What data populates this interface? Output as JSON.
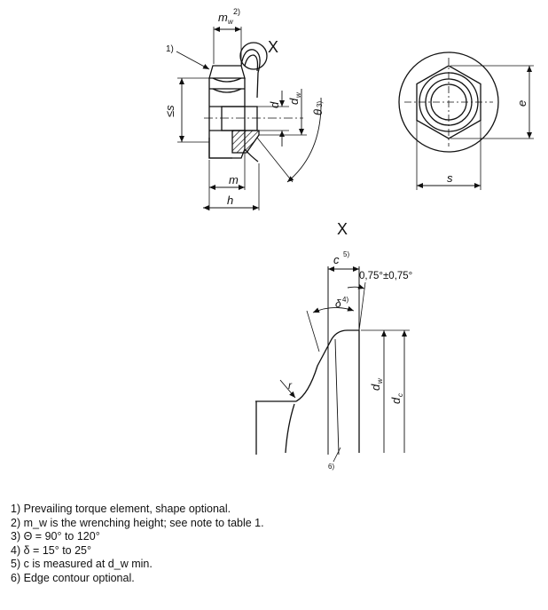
{
  "drawing": {
    "side_view": {
      "labels": {
        "callout1": "1)",
        "mw": "m",
        "mw_sub": "w",
        "mw_sup": "2)",
        "detail_mark": "X",
        "s_le": "≤s",
        "d": "d",
        "dw": "d",
        "dw_sub": "w",
        "theta": "θ",
        "theta_sup": "3)",
        "m": "m",
        "h": "h"
      }
    },
    "end_view": {
      "labels": {
        "e": "e",
        "s": "s"
      }
    },
    "detail_view": {
      "labels": {
        "title": "X",
        "c": "c",
        "c_sup": "5)",
        "angle": "0,75°±0,75°",
        "delta": "δ",
        "delta_sup": "4)",
        "r": "r",
        "dw": "d",
        "dw_sub": "w",
        "dc": "d",
        "dc_sub": "c",
        "note6": "6)"
      }
    }
  },
  "notes": [
    {
      "marker": "1)",
      "text": "Prevailing torque element, shape optional."
    },
    {
      "marker": "2)",
      "text": "m_w is the wrenching height; see note to table 1."
    },
    {
      "marker": "3)",
      "text": "Θ = 90° to 120°"
    },
    {
      "marker": "4)",
      "text": "δ = 15° to 25°"
    },
    {
      "marker": "5)",
      "text": "c is measured at d_w min."
    },
    {
      "marker": "6)",
      "text": "Edge contour optional."
    }
  ]
}
